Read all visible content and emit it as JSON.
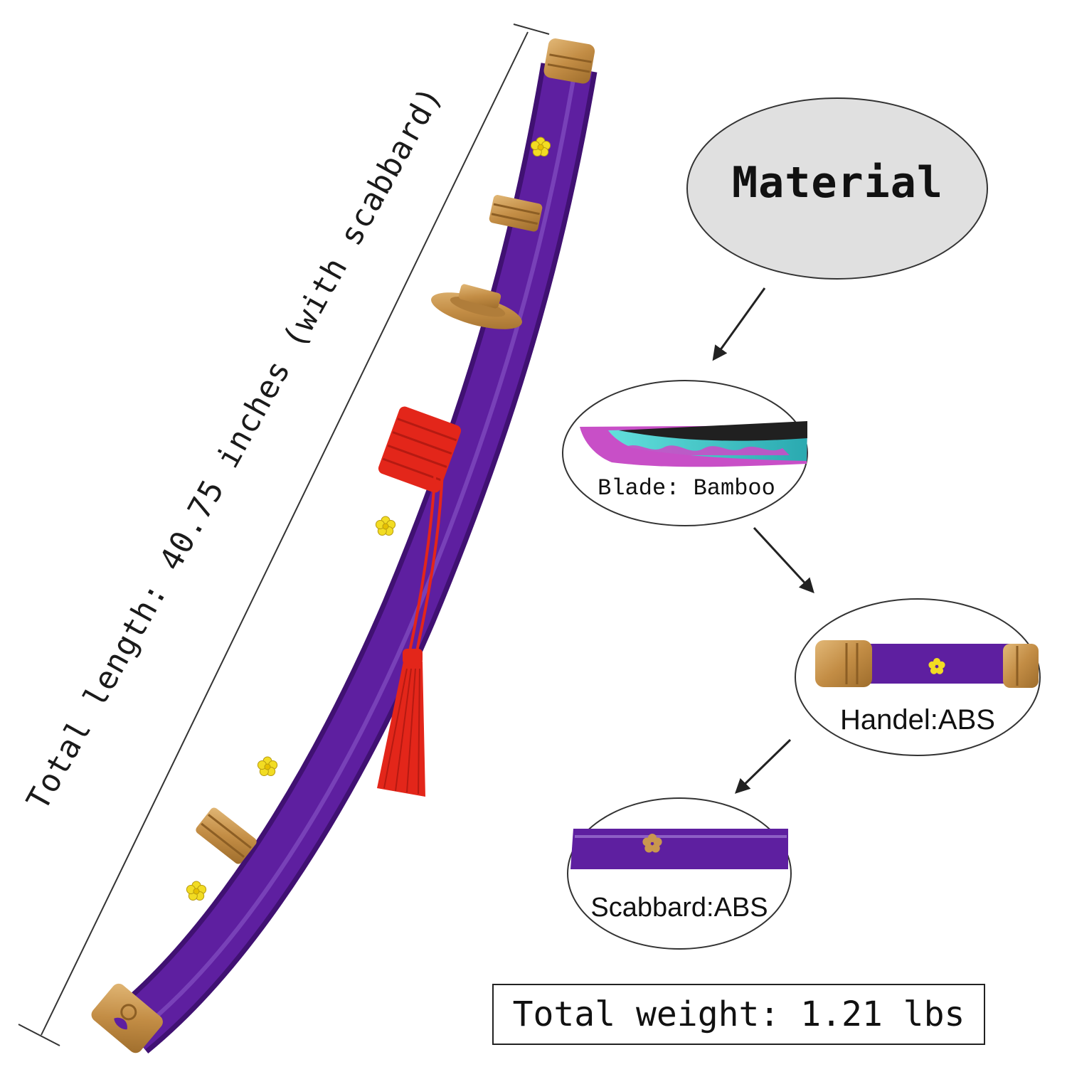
{
  "length_label": "Total length: 40.75 inches (with scabbard)",
  "material": {
    "title": "Material",
    "blade": "Blade: Bamboo",
    "handle": "Handel:ABS",
    "scabbard": "Scabbard:ABS"
  },
  "weight": "Total weight: 1.21 lbs",
  "colors": {
    "scabbard_purple": "#5e1fa0",
    "gold_fittings": "#c9974e",
    "tassel_red": "#e3261a",
    "flower_yellow": "#f2dc23",
    "blade_cyan": "#4fc9c7",
    "blade_pink": "#c84fc7",
    "bubble_gray": "#e0e0e0"
  }
}
